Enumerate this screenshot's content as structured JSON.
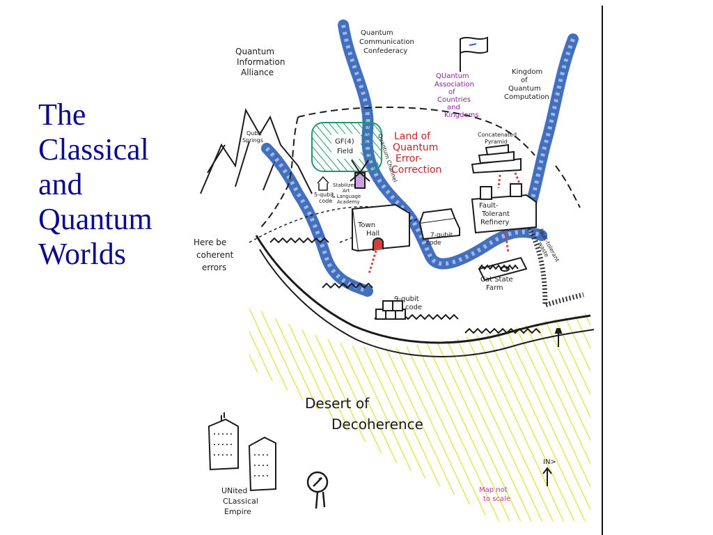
{
  "slide": {
    "title_lines": [
      "The",
      "Classical",
      "and",
      "Quantum",
      "Worlds"
    ]
  },
  "map": {
    "labels": {
      "quantum_information_alliance": [
        "Quantum",
        "Information",
        "Alliance"
      ],
      "quantum_communication_confederacy": [
        "Quantum",
        "Communication",
        "Confederacy"
      ],
      "quantum_association": [
        "QUantum",
        "Association",
        "of",
        "Countries",
        "and",
        "Kingdoms"
      ],
      "kingdom_of_quantum_computation": [
        "Kingdom",
        "of",
        "Quantum",
        "Computation"
      ],
      "qubit_springs": [
        "Qubit",
        "Springs"
      ],
      "gf4_field": [
        "GF(4)",
        "Field"
      ],
      "land_of_qec": [
        "Land of",
        "Quantum",
        "Error-",
        "Correction"
      ],
      "quantum_channel": "Quantum Channel",
      "concatenated_pyramid": [
        "Concatenated",
        "Pyramid"
      ],
      "stabilizer_academy": [
        "Stabilizer",
        "Art",
        "& Language",
        "Academy"
      ],
      "five_qubit_code": [
        "5-qubit",
        "code"
      ],
      "town_hall": [
        "Town",
        "Hall"
      ],
      "seven_qubit_code": [
        "7-qubit",
        "code"
      ],
      "fault_tolerant_refinery": [
        "Fault-",
        "Tolerant",
        "Refinery"
      ],
      "here_be_coherent_errors": [
        "Here be",
        "coherent",
        "errors"
      ],
      "nine_qubit_code": [
        "9-qubit",
        "code"
      ],
      "cat_state_farm": [
        "Cat State",
        "Farm"
      ],
      "fault_tolerant_waste": [
        "fault-tolerant",
        "waste"
      ],
      "desert_of_decoherence": [
        "Desert of",
        "Decoherence"
      ],
      "united_classical_empire": [
        "UNited",
        "CLassical",
        "Empire"
      ],
      "map_not_to_scale": [
        "Map not",
        "to scale"
      ],
      "north_marker": "IN>"
    },
    "colors": {
      "ink": "#1a1a1a",
      "river": "#2f5fb8",
      "river_light": "#9fb8e6",
      "field": "#1e9a6a",
      "desert": "#e3e64a",
      "red_label": "#c8202a",
      "purple_label": "#8a1f9c",
      "title": "#0a0a8c"
    }
  }
}
